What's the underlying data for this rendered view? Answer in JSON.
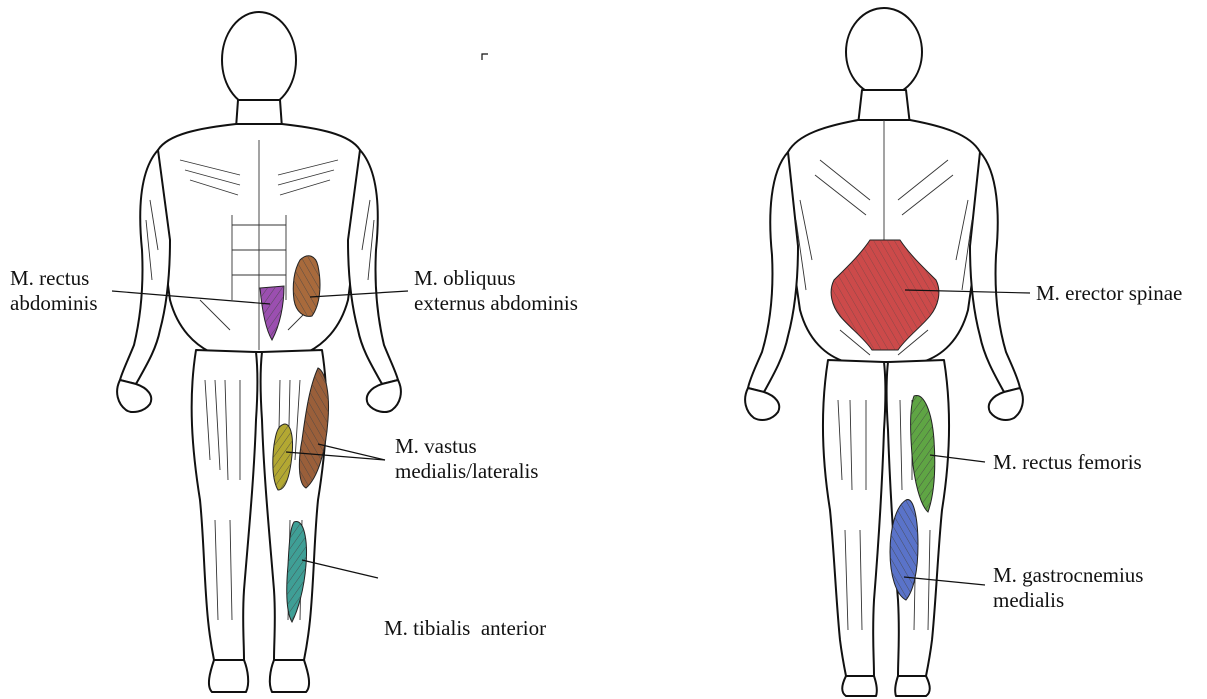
{
  "labels": {
    "rectus_abdominis": {
      "line1": "M. rectus",
      "line2": "abdominis",
      "color": "#9b4fb0"
    },
    "obliquus": {
      "line1": "M. obliquus",
      "line2": "externus abdominis",
      "color": "#a86a3c"
    },
    "vastus": {
      "line1": "M. vastus",
      "line2": "medialis/lateralis",
      "color_medialis": "#b3a832",
      "color_lateralis": "#9a5f3a"
    },
    "tibialis": {
      "line1": "M. tibialis  anterior",
      "color": "#3f9f96"
    },
    "erector": {
      "line1": "M. erector spinae",
      "color": "#cc4a4a"
    },
    "rectus_femoris": {
      "line1": "M. rectus femoris",
      "color": "#5fa544"
    },
    "gastrocnemius": {
      "line1": "M. gastrocnemius",
      "line2": "medialis",
      "color": "#5a73c9"
    }
  }
}
